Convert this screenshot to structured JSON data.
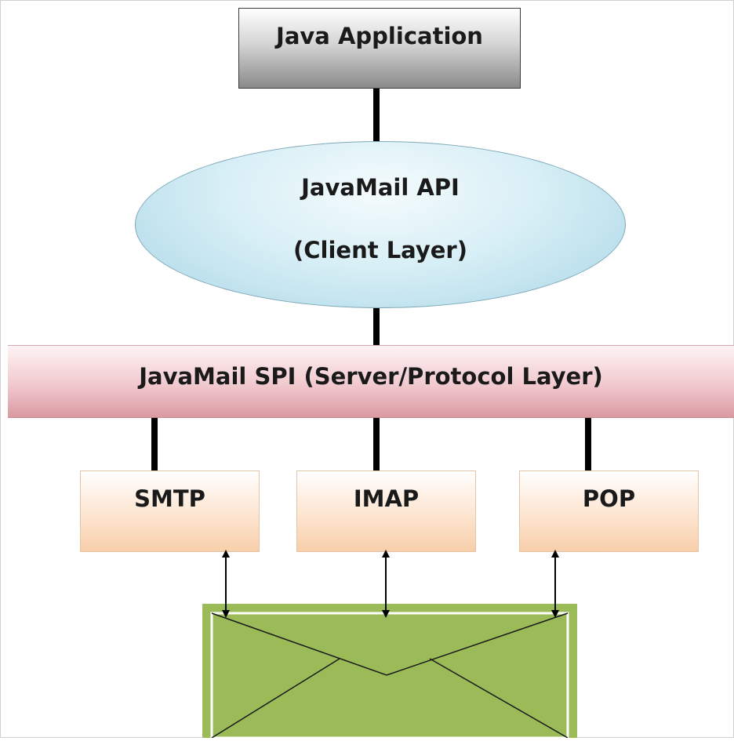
{
  "diagram": {
    "app_label": "Java Application",
    "api_label": "JavaMail API",
    "api_sublabel": "(Client Layer)",
    "spi_label": "JavaMail SPI (Server/Protocol Layer)",
    "protocols": [
      {
        "label": "SMTP"
      },
      {
        "label": "IMAP"
      },
      {
        "label": "POP"
      }
    ],
    "mail_icon": "envelope-icon"
  },
  "colors": {
    "app_box": "#b0b0b0",
    "api_ellipse": "#cfe9f2",
    "spi_bar": "#f1c9ce",
    "protocol_box": "#fde1c8",
    "envelope_fill": "#9bbb59",
    "connector": "#000000"
  }
}
